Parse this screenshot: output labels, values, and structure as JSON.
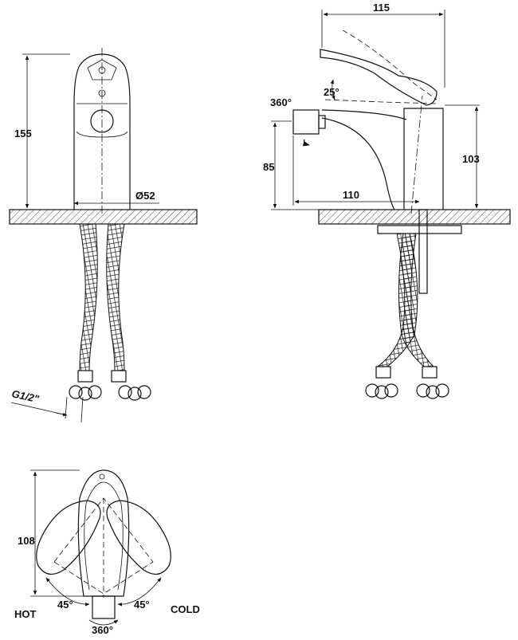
{
  "dimensions": {
    "front_height": "155",
    "front_diameter": "Ø52",
    "thread": "G1/2\"",
    "side_width": "115",
    "side_lever_angle": "25°",
    "side_rotation": "360°",
    "side_spout_height": "85",
    "side_body_height": "103",
    "side_spout_reach": "110",
    "top_depth": "108",
    "top_angle_left": "45°",
    "top_angle_right": "45°",
    "top_rotation": "360°"
  },
  "labels": {
    "hot": "HOT",
    "cold": "COLD"
  }
}
